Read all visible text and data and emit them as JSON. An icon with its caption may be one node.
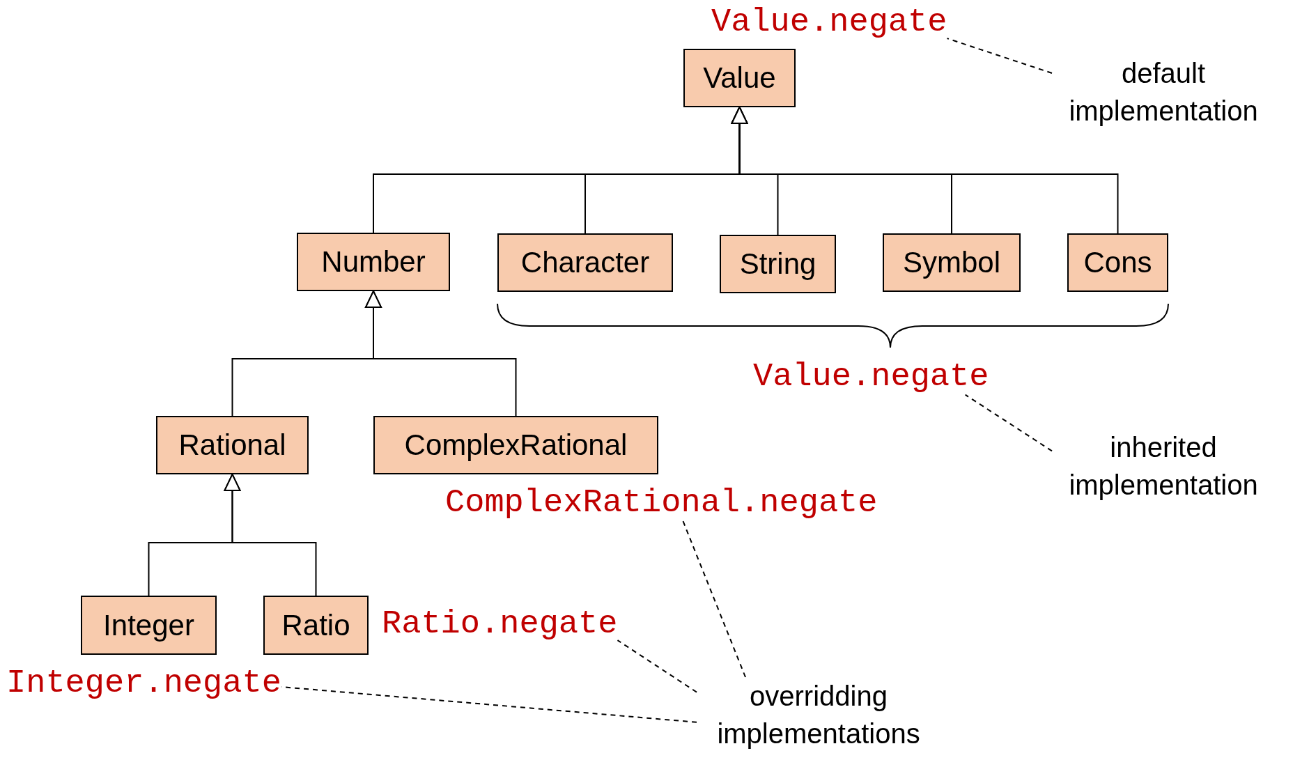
{
  "diagram": {
    "nodes": [
      {
        "text": [
          "Value"
        ]
      },
      {
        "text": [
          "Number"
        ]
      },
      {
        "text": [
          "Character"
        ]
      },
      {
        "text": [
          "String"
        ]
      },
      {
        "text": [
          "Symbol"
        ]
      },
      {
        "text": [
          "Cons"
        ]
      },
      {
        "text": [
          "Rational"
        ]
      },
      {
        "text": [
          "ComplexRational"
        ]
      },
      {
        "text": [
          "Integer"
        ]
      },
      {
        "text": [
          "Ratio"
        ]
      },
      {
        "text": [
          "Value.negate"
        ]
      },
      {
        "text": [
          "default implementation"
        ]
      },
      {
        "text": [
          "Value.negate"
        ]
      },
      {
        "text": [
          "inherited implementation"
        ]
      },
      {
        "text": [
          "ComplexRational.negate"
        ]
      },
      {
        "text": [
          "Ratio.negate"
        ]
      },
      {
        "text": [
          "Integer.negate"
        ]
      },
      {
        "text": [
          "overridding implementations"
        ]
      }
    ],
    "edges": [
      {
        "from": 11,
        "to": 10,
        "arrow": "none",
        "style": "dashed"
      },
      {
        "from": 13,
        "to": 12,
        "arrow": "none",
        "style": "dashed"
      },
      {
        "from": 17,
        "to": 14,
        "arrow": "none",
        "style": "dashed"
      },
      {
        "from": 17,
        "to": 15,
        "arrow": "none",
        "style": "dashed"
      },
      {
        "from": 17,
        "to": 16,
        "arrow": "none",
        "style": "dashed"
      },
      {
        "from": 1,
        "to": 0,
        "arrow": "to"
      },
      {
        "from": 2,
        "to": 0,
        "arrow": "to"
      },
      {
        "from": 3,
        "to": 0,
        "arrow": "to"
      },
      {
        "from": 4,
        "to": 0,
        "arrow": "to"
      },
      {
        "from": 5,
        "to": 0,
        "arrow": "to"
      },
      {
        "from": 6,
        "to": 1,
        "arrow": "to"
      },
      {
        "from": 7,
        "to": 1,
        "arrow": "to"
      },
      {
        "from": 8,
        "to": 6,
        "arrow": "to"
      },
      {
        "from": 9,
        "to": 6,
        "arrow": "to"
      }
    ]
  }
}
